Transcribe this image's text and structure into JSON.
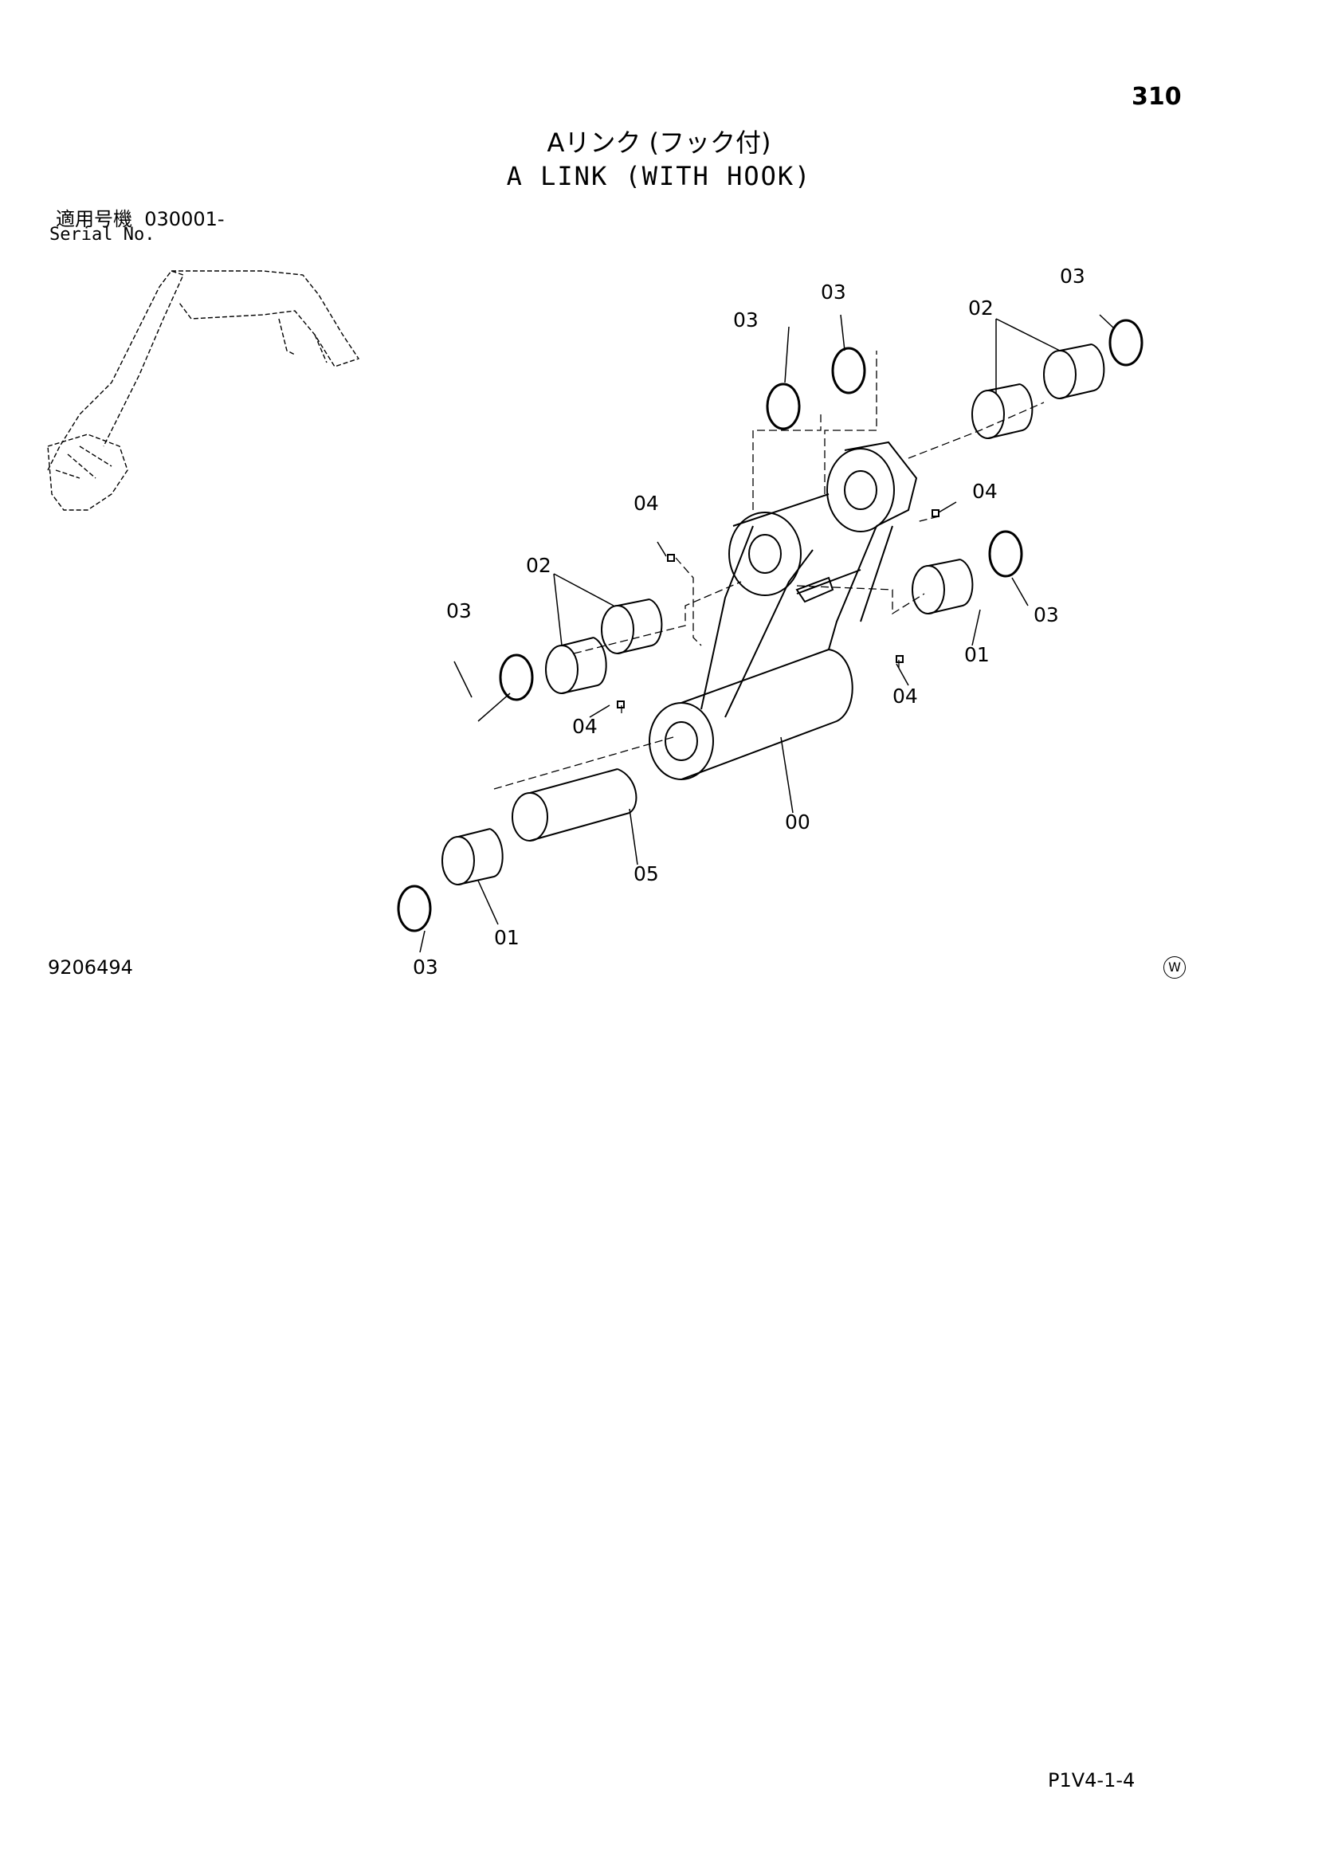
{
  "header": {
    "page_number": "310",
    "title_ja": "Aリンク (フック付)",
    "title_en": "A LINK (WITH HOOK)"
  },
  "serial": {
    "label_ja": "適用号機",
    "value": "030001-",
    "label_en": "Serial No."
  },
  "footer": {
    "doc_number": "9206494",
    "mark": "W",
    "code": "P1V4-1-4"
  },
  "callouts": {
    "c00": "00",
    "c01a": "01",
    "c01b": "01",
    "c02a": "02",
    "c02b": "02",
    "c03a": "03",
    "c03b": "03",
    "c03c": "03",
    "c03d": "03",
    "c03e": "03",
    "c03f": "03",
    "c04a": "04",
    "c04b": "04",
    "c04c": "04",
    "c04d": "04",
    "c05": "05"
  }
}
